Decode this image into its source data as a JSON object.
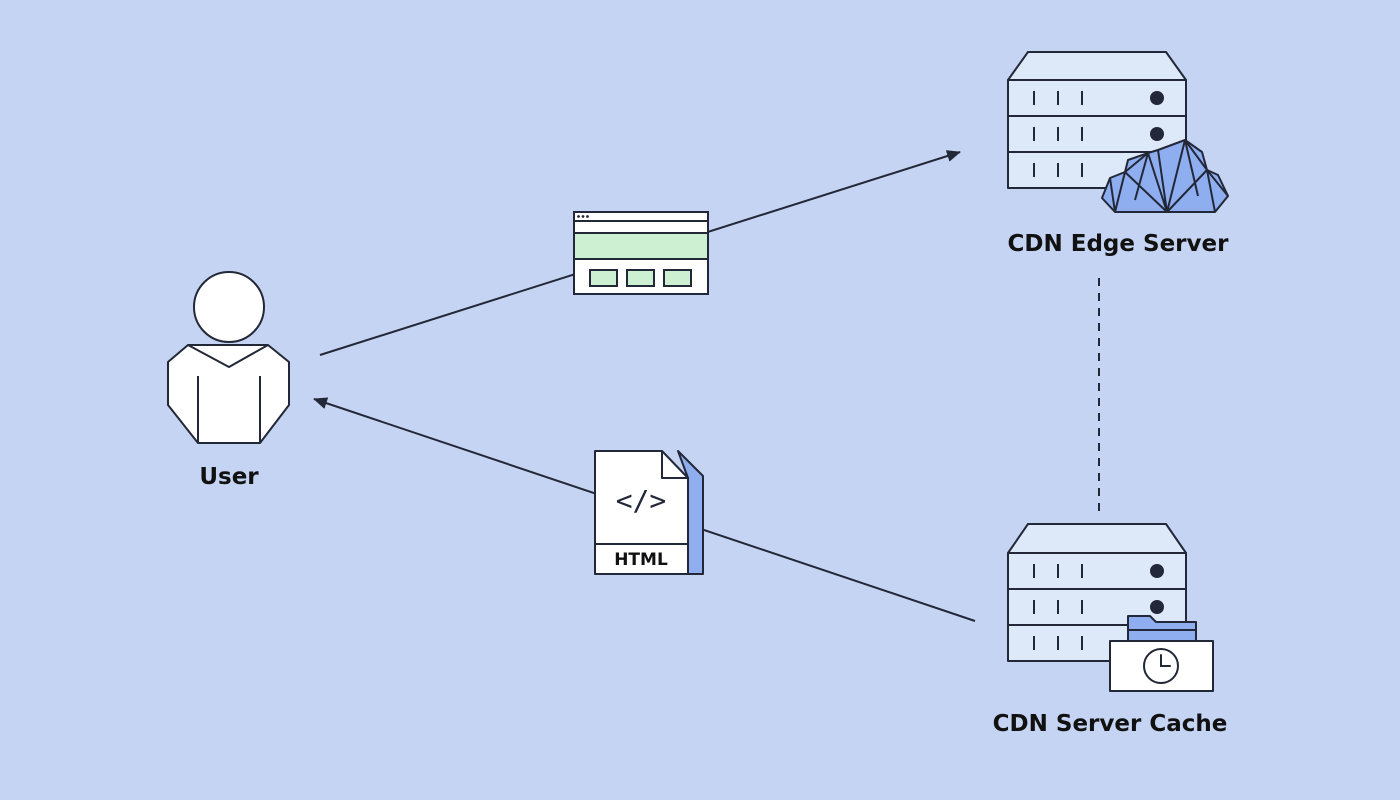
{
  "labels": {
    "user": "User",
    "edge_server": "CDN Edge Server",
    "server_cache": "CDN Server Cache",
    "html_doc": "HTML",
    "code_glyph": "</>"
  },
  "colors": {
    "background": "#c5d4f2",
    "stroke": "#232838",
    "panel": "#dde8f8",
    "accent_blue": "#8eaef0",
    "green": "#cdf0d2",
    "white": "#ffffff"
  },
  "icons": [
    "user-icon",
    "webpage-icon",
    "server-rack-icon",
    "cloud-icon",
    "html-file-icon",
    "folder-icon",
    "clock-icon"
  ]
}
